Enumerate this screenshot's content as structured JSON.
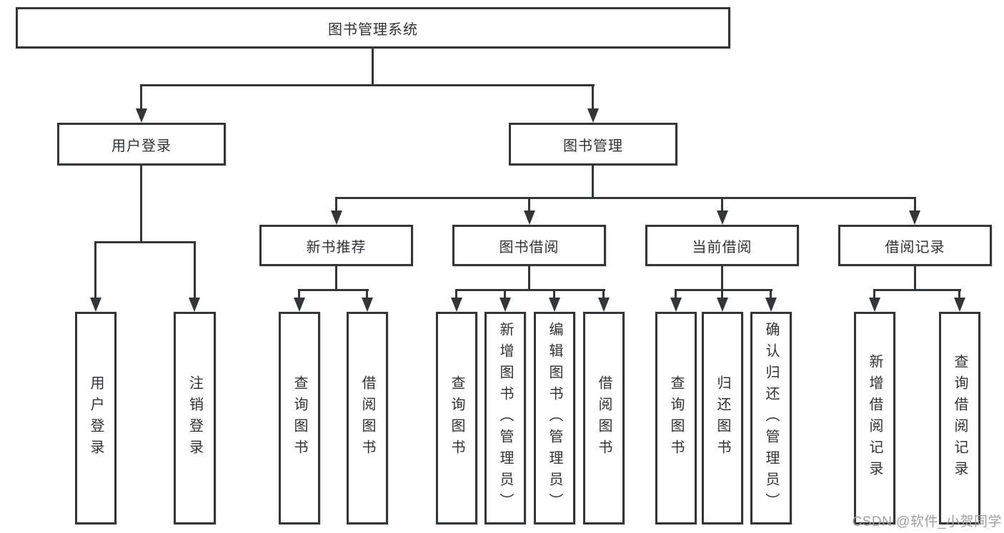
{
  "tree": {
    "label": "图书管理系统",
    "children": [
      {
        "label": "用户登录",
        "children": [
          {
            "label": "用户登录"
          },
          {
            "label": "注销登录"
          }
        ]
      },
      {
        "label": "图书管理",
        "children": [
          {
            "label": "新书推荐",
            "children": [
              {
                "label": "查询图书"
              },
              {
                "label": "借阅图书"
              }
            ]
          },
          {
            "label": "图书借阅",
            "children": [
              {
                "label": "查询图书"
              },
              {
                "label": "新增图书（管理员）"
              },
              {
                "label": "编辑图书（管理员）"
              },
              {
                "label": "借阅图书"
              }
            ]
          },
          {
            "label": "当前借阅",
            "children": [
              {
                "label": "查询图书"
              },
              {
                "label": "归还图书"
              },
              {
                "label": "确认归还（管理员）"
              }
            ]
          },
          {
            "label": "借阅记录",
            "children": [
              {
                "label": "新增借阅记录"
              },
              {
                "label": "查询借阅记录"
              }
            ]
          }
        ]
      }
    ]
  },
  "watermark": "CSDN @软件_小贺同学",
  "colors": {
    "line": "#333639",
    "text": "#2f3235",
    "box_background": "#ffffff",
    "watermark": "#9e9e9e"
  }
}
